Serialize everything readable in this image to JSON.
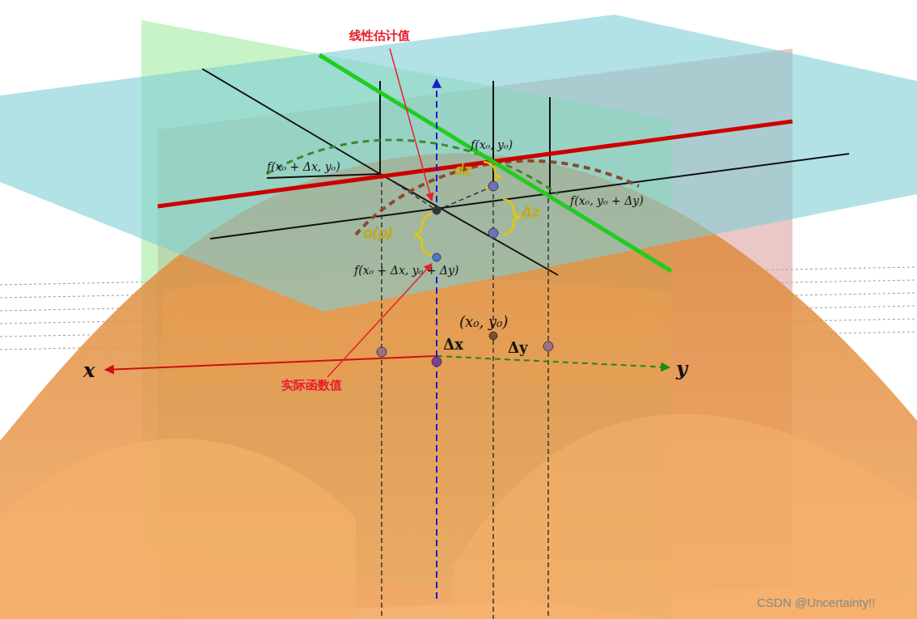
{
  "diagram": {
    "labels": [
      "线性估计值",
      "f(x₀ + Δx, y₀)",
      "f(x₀, y₀)",
      "f(x₀, y₀ + Δy)",
      "f(x₀ + Δx, y₀ + Δy)",
      "(x₀, y₀)",
      "Δx",
      "Δy",
      "x",
      "y",
      "dz",
      "Δz",
      "o(ρ)",
      "实际函数值",
      "CSDN @Uncertainty!!"
    ]
  }
}
